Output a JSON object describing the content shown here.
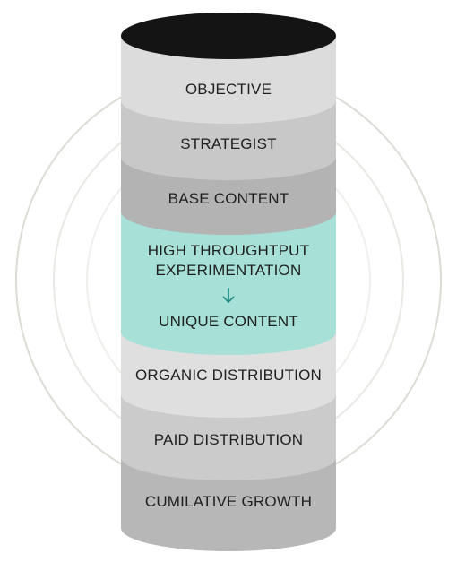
{
  "diagram": {
    "layers": [
      {
        "id": "objective",
        "label": "OBJECTIVE",
        "color": "#dcdcdc"
      },
      {
        "id": "strategist",
        "label": "STRATEGIST",
        "color": "#c8c8c8"
      },
      {
        "id": "base-content",
        "label": "BASE CONTENT",
        "color": "#b3b3b3"
      },
      {
        "id": "experimentation",
        "label_line1": "HIGH THROUGHTPUT",
        "label_line2": "EXPERIMENTATION",
        "arrow_icon": "arrow-down-icon",
        "label_line3": "UNIQUE CONTENT",
        "color": "#a6e0d6"
      },
      {
        "id": "organic-distribution",
        "label": "ORGANIC DISTRIBUTION",
        "color": "#dfdfdf"
      },
      {
        "id": "paid-distribution",
        "label": "PAID DISTRIBUTION",
        "color": "#cbcbcb"
      },
      {
        "id": "cumulative-growth",
        "label": "CUMILATIVE GROWTH",
        "color": "#b7b7b7"
      }
    ],
    "top_cap_color": "#141414",
    "ring_color": "#e4e4df"
  }
}
